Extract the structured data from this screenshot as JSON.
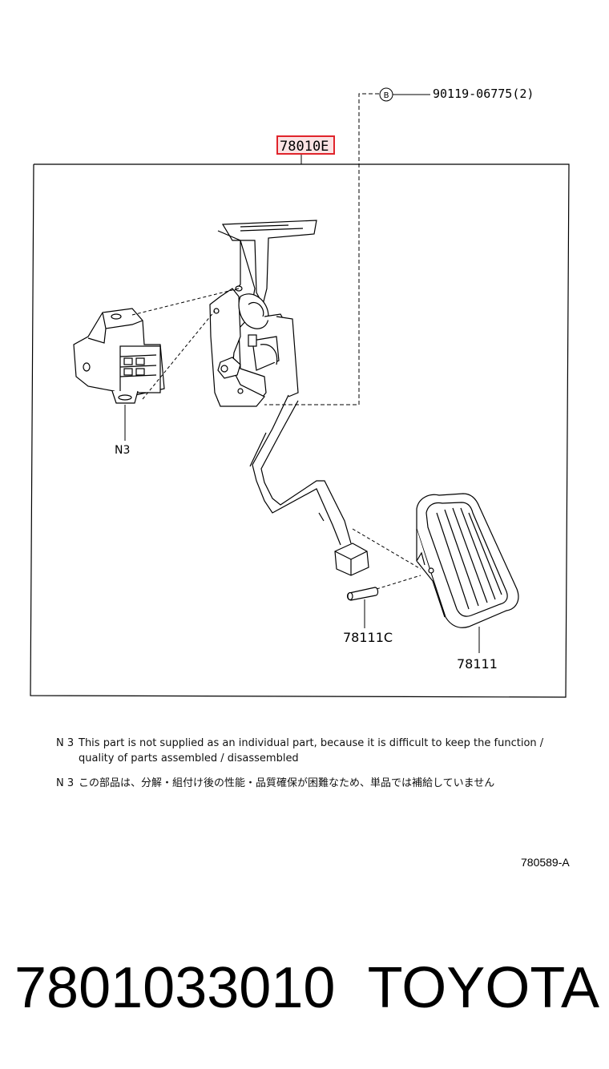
{
  "labels": {
    "assembly": "78010E",
    "bolt": "90119-06775(2)",
    "bolt_marker": "B",
    "sensor": "N3",
    "pin": "78111C",
    "pad": "78111"
  },
  "notes": {
    "en_code": "N 3",
    "en_line1": "This part is not supplied as an individual part, because it is difficult to keep the function /",
    "en_line2": "quality of parts assembled / disassembled",
    "ja_code": "N 3",
    "ja_text": "この部品は、分解・組付け後の性能・品質確保が困難なため、単品では補給していません"
  },
  "diagram_code": "780589-A",
  "footer": {
    "part_number": "7801033010",
    "brand": "TOYOTA"
  },
  "colors": {
    "highlight_border": "#e0242b",
    "highlight_fill": "#fbe3e4",
    "line": "#000000"
  }
}
